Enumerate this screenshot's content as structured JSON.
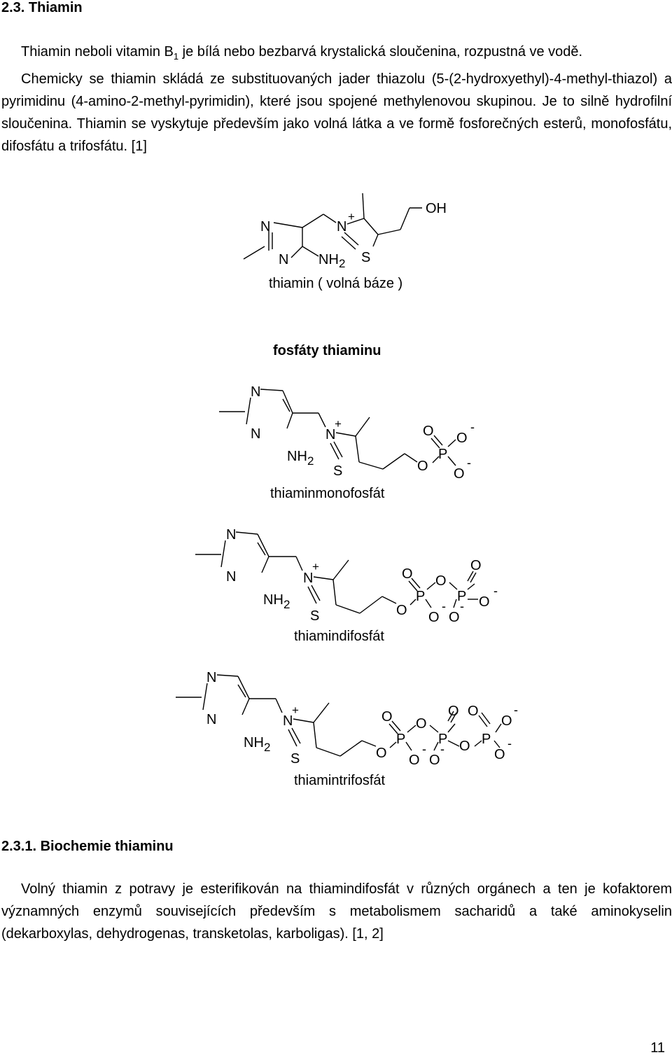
{
  "section": {
    "number": "2.3.",
    "title": "Thiamin",
    "para1": {
      "p1": "Thiamin neboli vitamin B",
      "sub": "1",
      "p2": " je bílá nebo bezbarvá krystalická sloučenina, rozpustná ve vodě.",
      "p3": "Chemicky se thiamin skládá ze substituovaných jader thiazolu (5-(2-hydroxyethyl)-4-methyl-thiazol) a pyrimidinu (4-amino-2-methyl-pyrimidin), které jsou spojené methylenovou skupinou. Je to silně hydrofilní sloučenina. Thiamin se vyskytuje především jako volná látka a ve formě fosforečných esterů, monofosfátu, difosfátu a trifosfátu. [1]"
    }
  },
  "figure": {
    "atoms": {
      "n": "N",
      "nh": "NH",
      "two": "2",
      "s": "S",
      "oh": "OH",
      "o": "O",
      "p": "P",
      "plus": "+",
      "minus": "-"
    },
    "free_base_caption": "thiamin ( volná báze )",
    "phosphates_title": "fosfáty thiaminu",
    "mono_caption": "thiaminmonofosfát",
    "di_caption": "thiamindifosfát",
    "tri_caption": "thiamintrifosfát"
  },
  "subsection": {
    "title": "2.3.1. Biochemie thiaminu",
    "para": "Volný thiamin z potravy je esterifikován na thiamindifosfát v různých orgánech a ten je kofaktorem významných enzymů souvisejících především s metabolismem sacharidů a také aminokyselin (dekarboxylas, dehydrogenas, transketolas, karboligas). [1, 2]"
  },
  "page_number": "11"
}
